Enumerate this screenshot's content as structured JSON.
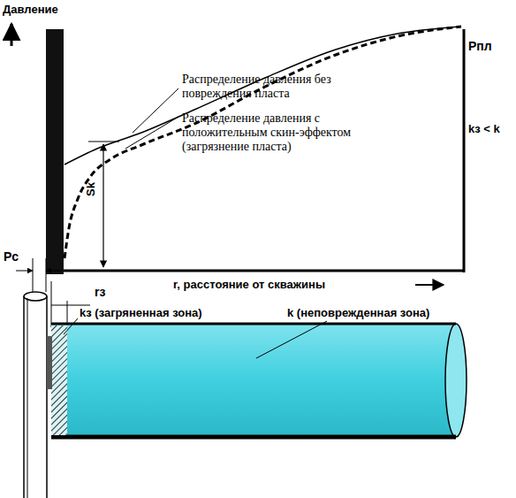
{
  "diagram": {
    "labels": [
      "Давление",
      "Pпл",
      "Распределение давления без повреждения пласта",
      "Распределение давления с положительным скин-эффектом (загрязнение пласта)",
      "kз < k",
      "Sk",
      "Pс",
      "rз",
      "r,  расстояние от скважины",
      "kз  (загряненная зона)",
      "k  (неповрежденная зона)"
    ]
  }
}
